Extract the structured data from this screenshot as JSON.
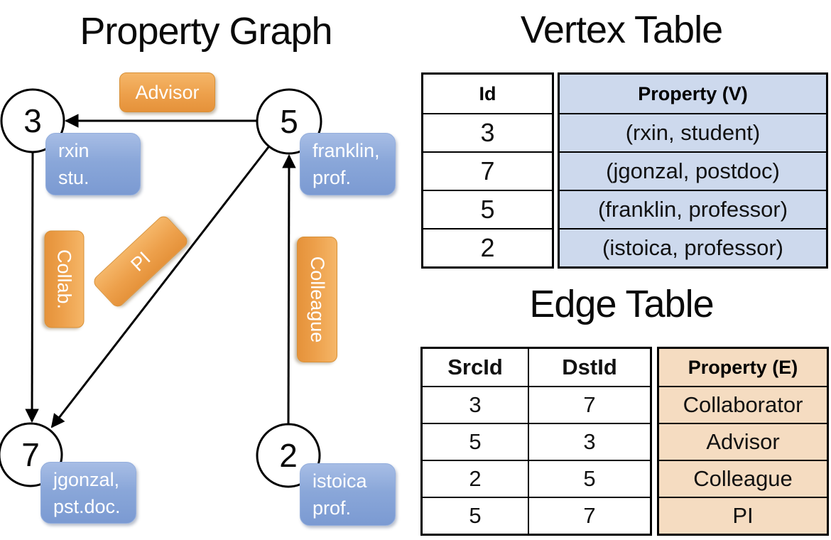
{
  "graph": {
    "title": "Property Graph",
    "nodes": [
      {
        "id": "3",
        "lines": [
          "rxin",
          "stu."
        ]
      },
      {
        "id": "5",
        "lines": [
          "franklin,",
          "prof."
        ]
      },
      {
        "id": "7",
        "lines": [
          "jgonzal,",
          "pst.doc."
        ]
      },
      {
        "id": "2",
        "lines": [
          "istoica",
          "prof."
        ]
      }
    ],
    "edge_labels": [
      "Advisor",
      "Collab.",
      "PI",
      "Colleague"
    ]
  },
  "vertex_table": {
    "title": "Vertex Table",
    "columns": [
      "Id",
      "Property (V)"
    ],
    "rows": [
      [
        "3",
        "(rxin, student)"
      ],
      [
        "7",
        "(jgonzal, postdoc)"
      ],
      [
        "5",
        "(franklin, professor)"
      ],
      [
        "2",
        "(istoica, professor)"
      ]
    ]
  },
  "edge_table": {
    "title": "Edge Table",
    "columns": [
      "SrcId",
      "DstId",
      "Property (E)"
    ],
    "rows": [
      [
        "3",
        "7",
        "Collaborator"
      ],
      [
        "5",
        "3",
        "Advisor"
      ],
      [
        "2",
        "5",
        "Colleague"
      ],
      [
        "5",
        "7",
        "PI"
      ]
    ]
  },
  "colors": {
    "edge_label_fill": "#eda04b",
    "vertex_label_fill": "#8aa7d9",
    "vertex_table_fill": "#cdd9ed",
    "edge_table_fill": "#f5dcc1",
    "line_color": "#000000"
  }
}
